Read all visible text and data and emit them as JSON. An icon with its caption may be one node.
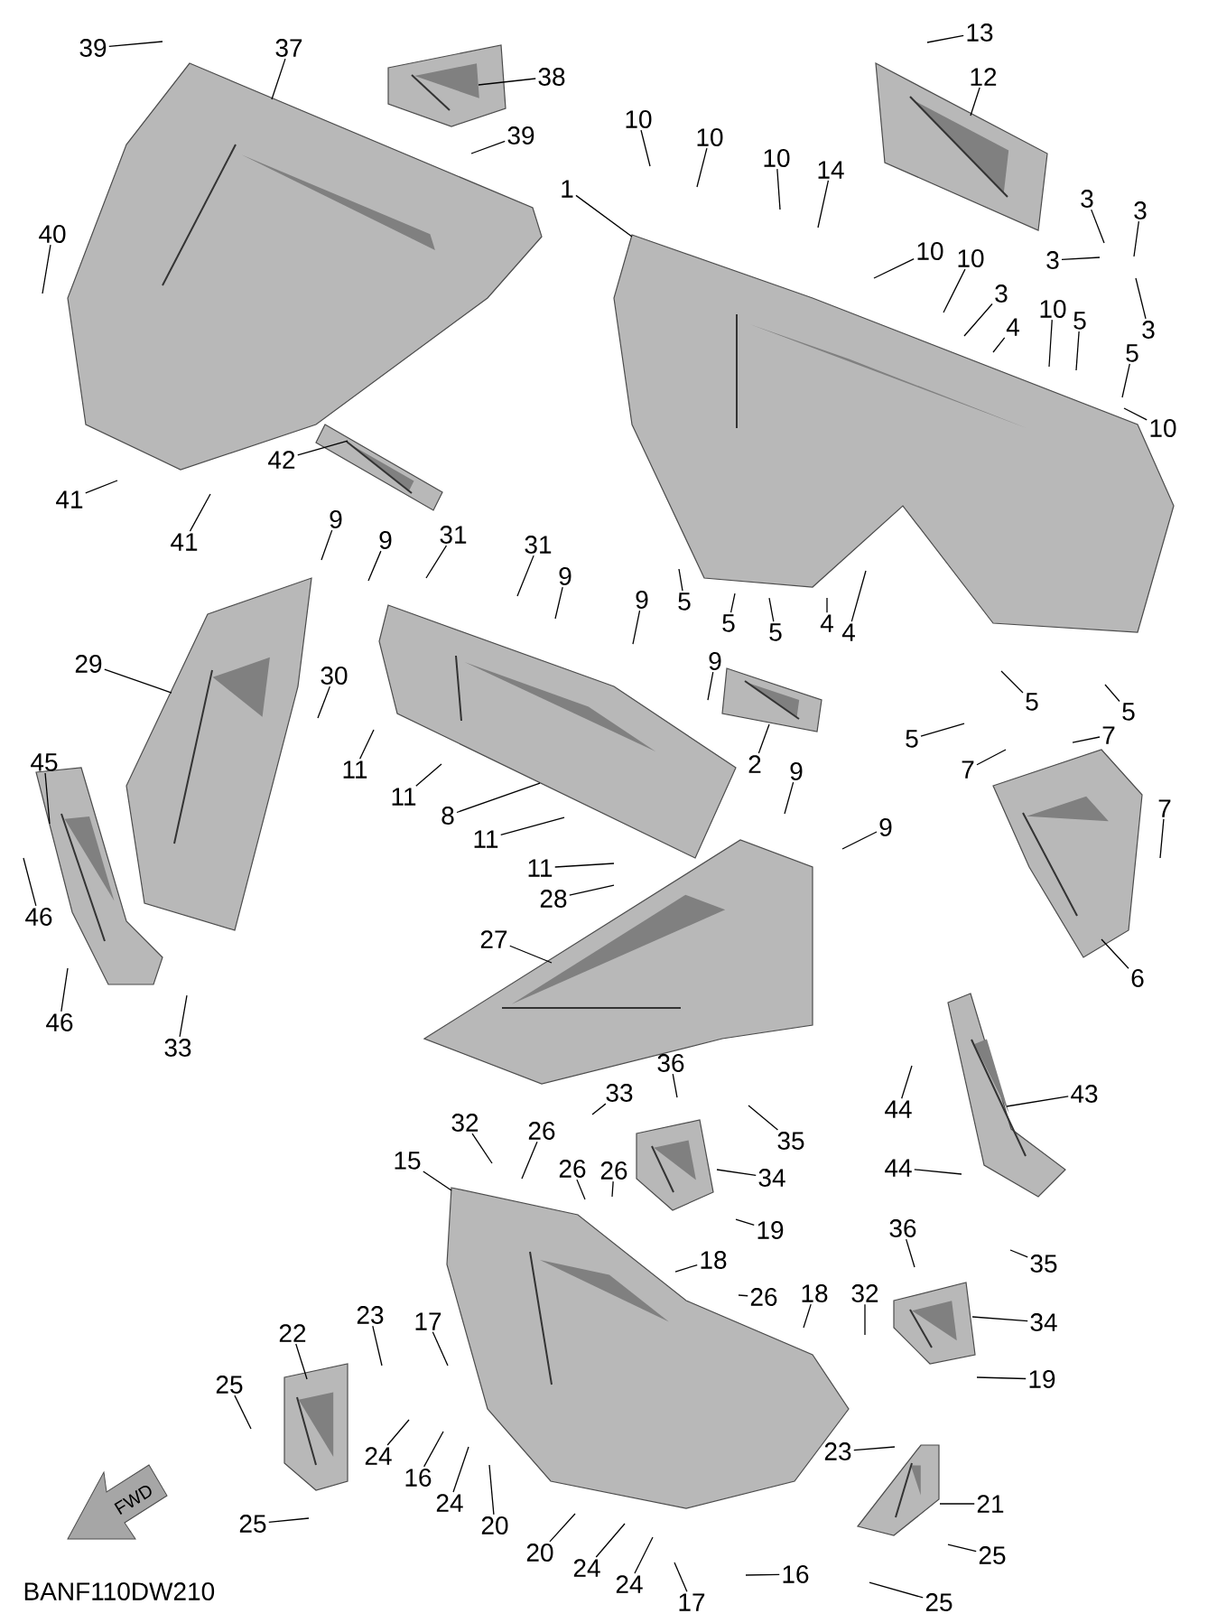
{
  "diagram": {
    "nodes": [
      {
        "text": [
          "39"
        ]
      },
      {
        "text": [
          "37"
        ]
      },
      {
        "text": [
          "38"
        ]
      },
      {
        "text": [
          "39"
        ]
      },
      {
        "text": [
          "40"
        ]
      },
      {
        "text": [
          "1"
        ]
      },
      {
        "text": [
          "13"
        ]
      },
      {
        "text": [
          "12"
        ]
      },
      {
        "text": [
          "10"
        ]
      },
      {
        "text": [
          "10"
        ]
      },
      {
        "text": [
          "10"
        ]
      },
      {
        "text": [
          "14"
        ]
      },
      {
        "text": [
          "3"
        ]
      },
      {
        "text": [
          "3"
        ]
      },
      {
        "text": [
          "3"
        ]
      },
      {
        "text": [
          "10"
        ]
      },
      {
        "text": [
          "10"
        ]
      },
      {
        "text": [
          "3"
        ]
      },
      {
        "text": [
          "4"
        ]
      },
      {
        "text": [
          "10"
        ]
      },
      {
        "text": [
          "5"
        ]
      },
      {
        "text": [
          "3"
        ]
      },
      {
        "text": [
          "5"
        ]
      },
      {
        "text": [
          "10"
        ]
      },
      {
        "text": [
          "42"
        ]
      },
      {
        "text": [
          "41"
        ]
      },
      {
        "text": [
          "41"
        ]
      },
      {
        "text": [
          "9"
        ]
      },
      {
        "text": [
          "9"
        ]
      },
      {
        "text": [
          "31"
        ]
      },
      {
        "text": [
          "31"
        ]
      },
      {
        "text": [
          "9"
        ]
      },
      {
        "text": [
          "9"
        ]
      },
      {
        "text": [
          "5"
        ]
      },
      {
        "text": [
          "4"
        ]
      },
      {
        "text": [
          "4"
        ]
      },
      {
        "text": [
          "5"
        ]
      },
      {
        "text": [
          "5"
        ]
      },
      {
        "text": [
          "9"
        ]
      },
      {
        "text": [
          "29"
        ]
      },
      {
        "text": [
          "30"
        ]
      },
      {
        "text": [
          "5"
        ]
      },
      {
        "text": [
          "5"
        ]
      },
      {
        "text": [
          "7"
        ]
      },
      {
        "text": [
          "5"
        ]
      },
      {
        "text": [
          "2"
        ]
      },
      {
        "text": [
          "45"
        ]
      },
      {
        "text": [
          "11"
        ]
      },
      {
        "text": [
          "9"
        ]
      },
      {
        "text": [
          "7"
        ]
      },
      {
        "text": [
          "11"
        ]
      },
      {
        "text": [
          "7"
        ]
      },
      {
        "text": [
          "8"
        ]
      },
      {
        "text": [
          "9"
        ]
      },
      {
        "text": [
          "11"
        ]
      },
      {
        "text": [
          "11"
        ]
      },
      {
        "text": [
          "28"
        ]
      },
      {
        "text": [
          "46"
        ]
      },
      {
        "text": [
          "27"
        ]
      },
      {
        "text": [
          "6"
        ]
      },
      {
        "text": [
          "46"
        ]
      },
      {
        "text": [
          "33"
        ]
      },
      {
        "text": [
          "36"
        ]
      },
      {
        "text": [
          "43"
        ]
      },
      {
        "text": [
          "33"
        ]
      },
      {
        "text": [
          "44"
        ]
      },
      {
        "text": [
          "32"
        ]
      },
      {
        "text": [
          "26"
        ]
      },
      {
        "text": [
          "35"
        ]
      },
      {
        "text": [
          "15"
        ]
      },
      {
        "text": [
          "44"
        ]
      },
      {
        "text": [
          "26"
        ]
      },
      {
        "text": [
          "26"
        ]
      },
      {
        "text": [
          "34"
        ]
      },
      {
        "text": [
          "36"
        ]
      },
      {
        "text": [
          "19"
        ]
      },
      {
        "text": [
          "18"
        ]
      },
      {
        "text": [
          "35"
        ]
      },
      {
        "text": [
          "18"
        ]
      },
      {
        "text": [
          "32"
        ]
      },
      {
        "text": [
          "26"
        ]
      },
      {
        "text": [
          "34"
        ]
      },
      {
        "text": [
          "23"
        ]
      },
      {
        "text": [
          "17"
        ]
      },
      {
        "text": [
          "22"
        ]
      },
      {
        "text": [
          "19"
        ]
      },
      {
        "text": [
          "25"
        ]
      },
      {
        "text": [
          "23"
        ]
      },
      {
        "text": [
          "24"
        ]
      },
      {
        "text": [
          "16"
        ]
      },
      {
        "text": [
          "24"
        ]
      },
      {
        "text": [
          "21"
        ]
      },
      {
        "text": [
          "25"
        ]
      },
      {
        "text": [
          "20"
        ]
      },
      {
        "text": [
          "20"
        ]
      },
      {
        "text": [
          "24"
        ]
      },
      {
        "text": [
          "25"
        ]
      },
      {
        "text": [
          "16"
        ]
      },
      {
        "text": [
          "24"
        ]
      },
      {
        "text": [
          "25"
        ]
      },
      {
        "text": [
          "17"
        ]
      },
      {
        "text": [],
        "shape": "picture"
      },
      {
        "text": [],
        "shape": "picture"
      },
      {
        "text": [],
        "shape": "picture"
      },
      {
        "text": [],
        "shape": "picture"
      },
      {
        "text": [],
        "shape": "picture"
      },
      {
        "text": [],
        "shape": "picture"
      },
      {
        "text": [],
        "shape": "picture"
      },
      {
        "text": [],
        "shape": "picture"
      },
      {
        "text": [],
        "shape": "picture"
      },
      {
        "text": [],
        "shape": "picture"
      },
      {
        "text": [],
        "shape": "picture"
      },
      {
        "text": [],
        "shape": "picture"
      },
      {
        "text": [],
        "shape": "picture"
      },
      {
        "text": [],
        "shape": "picture"
      },
      {
        "text": [],
        "shape": "picture"
      },
      {
        "text": [],
        "shape": "picture"
      },
      {
        "text": [],
        "shape": "picture"
      }
    ],
    "edges": [
      {
        "from": 0,
        "to": null,
        "arrow": "none"
      },
      {
        "from": 1,
        "to": 101,
        "arrow": "none"
      },
      {
        "from": 2,
        "to": 102,
        "arrow": "none"
      },
      {
        "from": 3,
        "to": null,
        "arrow": "none"
      },
      {
        "from": 4,
        "to": null,
        "arrow": "none"
      },
      {
        "from": 5,
        "to": 104,
        "arrow": "none"
      },
      {
        "from": 6,
        "to": null,
        "arrow": "none"
      },
      {
        "from": 7,
        "to": 105,
        "arrow": "none"
      },
      {
        "from": 8,
        "to": null,
        "arrow": "none"
      },
      {
        "from": 9,
        "to": null,
        "arrow": "none"
      },
      {
        "from": 10,
        "to": null,
        "arrow": "none"
      },
      {
        "from": 11,
        "to": null,
        "arrow": "none"
      },
      {
        "from": 12,
        "to": null,
        "arrow": "none"
      },
      {
        "from": 13,
        "to": null,
        "arrow": "none"
      },
      {
        "from": 14,
        "to": null,
        "arrow": "none"
      },
      {
        "from": 15,
        "to": null,
        "arrow": "none"
      },
      {
        "from": 16,
        "to": null,
        "arrow": "none"
      },
      {
        "from": 17,
        "to": null,
        "arrow": "none"
      },
      {
        "from": 18,
        "to": null,
        "arrow": "none"
      },
      {
        "from": 19,
        "to": null,
        "arrow": "none"
      },
      {
        "from": 20,
        "to": null,
        "arrow": "none"
      },
      {
        "from": 21,
        "to": null,
        "arrow": "none"
      },
      {
        "from": 22,
        "to": null,
        "arrow": "none"
      },
      {
        "from": 23,
        "to": null,
        "arrow": "none"
      },
      {
        "from": 24,
        "to": 103,
        "arrow": "none"
      },
      {
        "from": 25,
        "to": null,
        "arrow": "none"
      },
      {
        "from": 26,
        "to": null,
        "arrow": "none"
      },
      {
        "from": 27,
        "to": null,
        "arrow": "none"
      },
      {
        "from": 28,
        "to": null,
        "arrow": "none"
      },
      {
        "from": 29,
        "to": null,
        "arrow": "none"
      },
      {
        "from": 30,
        "to": null,
        "arrow": "none"
      },
      {
        "from": 31,
        "to": null,
        "arrow": "none"
      },
      {
        "from": 32,
        "to": null,
        "arrow": "none"
      },
      {
        "from": 33,
        "to": null,
        "arrow": "none"
      },
      {
        "from": 34,
        "to": null,
        "arrow": "none"
      },
      {
        "from": 35,
        "to": null,
        "arrow": "none"
      },
      {
        "from": 36,
        "to": null,
        "arrow": "none"
      },
      {
        "from": 37,
        "to": null,
        "arrow": "none"
      },
      {
        "from": 38,
        "to": null,
        "arrow": "none"
      },
      {
        "from": 39,
        "to": 106,
        "arrow": "none"
      },
      {
        "from": 40,
        "to": null,
        "arrow": "none"
      },
      {
        "from": 41,
        "to": null,
        "arrow": "none"
      },
      {
        "from": 42,
        "to": null,
        "arrow": "none"
      },
      {
        "from": 43,
        "to": null,
        "arrow": "none"
      },
      {
        "from": 44,
        "to": null,
        "arrow": "none"
      },
      {
        "from": 45,
        "to": 109,
        "arrow": "none"
      },
      {
        "from": 46,
        "to": 107,
        "arrow": "none"
      },
      {
        "from": 47,
        "to": null,
        "arrow": "none"
      },
      {
        "from": 48,
        "to": null,
        "arrow": "none"
      },
      {
        "from": 49,
        "to": null,
        "arrow": "none"
      },
      {
        "from": 50,
        "to": null,
        "arrow": "none"
      },
      {
        "from": 51,
        "to": null,
        "arrow": "none"
      },
      {
        "from": 52,
        "to": 108,
        "arrow": "none"
      },
      {
        "from": 53,
        "to": null,
        "arrow": "none"
      },
      {
        "from": 54,
        "to": null,
        "arrow": "none"
      },
      {
        "from": 55,
        "to": null,
        "arrow": "none"
      },
      {
        "from": 56,
        "to": null,
        "arrow": "none"
      },
      {
        "from": 57,
        "to": null,
        "arrow": "none"
      },
      {
        "from": 58,
        "to": 110,
        "arrow": "none"
      },
      {
        "from": 59,
        "to": 111,
        "arrow": "none"
      },
      {
        "from": 60,
        "to": null,
        "arrow": "none"
      },
      {
        "from": 61,
        "to": null,
        "arrow": "none"
      },
      {
        "from": 62,
        "to": null,
        "arrow": "none"
      },
      {
        "from": 63,
        "to": 112,
        "arrow": "none"
      },
      {
        "from": 64,
        "to": null,
        "arrow": "none"
      },
      {
        "from": 65,
        "to": null,
        "arrow": "none"
      },
      {
        "from": 66,
        "to": null,
        "arrow": "none"
      },
      {
        "from": 67,
        "to": null,
        "arrow": "none"
      },
      {
        "from": 68,
        "to": null,
        "arrow": "none"
      },
      {
        "from": 69,
        "to": 113,
        "arrow": "none"
      },
      {
        "from": 70,
        "to": null,
        "arrow": "none"
      },
      {
        "from": 71,
        "to": null,
        "arrow": "none"
      },
      {
        "from": 72,
        "to": null,
        "arrow": "none"
      },
      {
        "from": 73,
        "to": 114,
        "arrow": "none"
      },
      {
        "from": 74,
        "to": null,
        "arrow": "none"
      },
      {
        "from": 75,
        "to": null,
        "arrow": "none"
      },
      {
        "from": 76,
        "to": null,
        "arrow": "none"
      },
      {
        "from": 77,
        "to": null,
        "arrow": "none"
      },
      {
        "from": 78,
        "to": null,
        "arrow": "none"
      },
      {
        "from": 79,
        "to": null,
        "arrow": "none"
      },
      {
        "from": 80,
        "to": null,
        "arrow": "none"
      },
      {
        "from": 81,
        "to": 115,
        "arrow": "none"
      },
      {
        "from": 82,
        "to": null,
        "arrow": "none"
      },
      {
        "from": 83,
        "to": null,
        "arrow": "none"
      },
      {
        "from": 84,
        "to": 116,
        "arrow": "none"
      },
      {
        "from": 85,
        "to": null,
        "arrow": "none"
      },
      {
        "from": 86,
        "to": null,
        "arrow": "none"
      },
      {
        "from": 87,
        "to": null,
        "arrow": "none"
      },
      {
        "from": 88,
        "to": null,
        "arrow": "none"
      },
      {
        "from": 89,
        "to": null,
        "arrow": "none"
      },
      {
        "from": 90,
        "to": null,
        "arrow": "none"
      },
      {
        "from": 91,
        "to": 117,
        "arrow": "none"
      },
      {
        "from": 92,
        "to": null,
        "arrow": "none"
      },
      {
        "from": 93,
        "to": null,
        "arrow": "none"
      },
      {
        "from": 94,
        "to": null,
        "arrow": "none"
      },
      {
        "from": 95,
        "to": null,
        "arrow": "none"
      },
      {
        "from": 96,
        "to": null,
        "arrow": "none"
      },
      {
        "from": 97,
        "to": null,
        "arrow": "none"
      },
      {
        "from": 98,
        "to": null,
        "arrow": "none"
      },
      {
        "from": 99,
        "to": null,
        "arrow": "none"
      },
      {
        "from": 100,
        "to": null,
        "arrow": "none"
      }
    ],
    "labels": [
      "FWD",
      "BANF110DW210"
    ]
  }
}
